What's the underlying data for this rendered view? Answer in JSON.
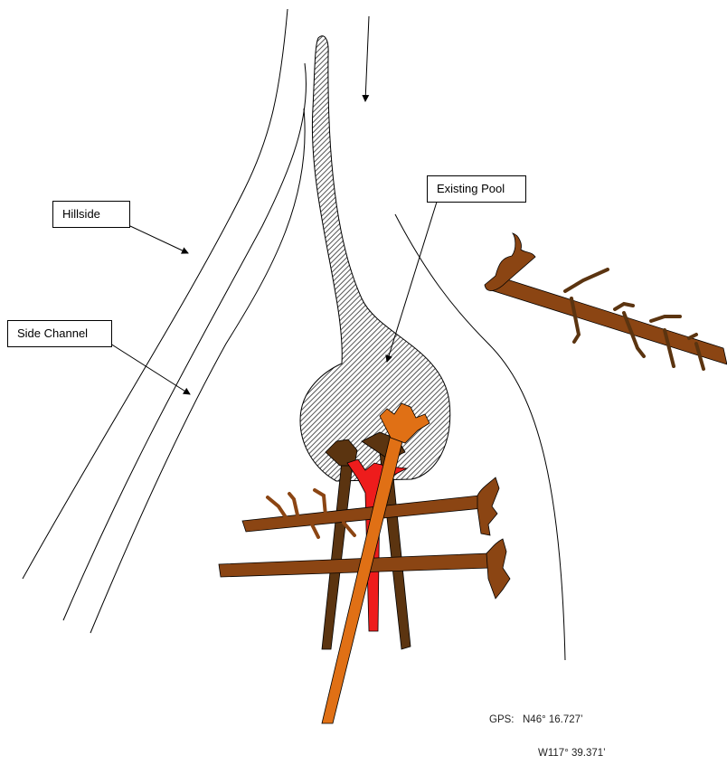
{
  "labels": {
    "hillside": "Hillside",
    "side_channel": "Side Channel",
    "existing_pool": "Existing Pool"
  },
  "gps": {
    "prefix": "GPS:",
    "lat": "N46° 16.727’",
    "lon": "W117° 39.371’"
  },
  "colors": {
    "log_dark": "#5b3410",
    "log_mid": "#8b4513",
    "log_orange": "#e07015",
    "log_red": "#ee1c1c",
    "pool_hatch": "#555555",
    "line": "#000000"
  }
}
